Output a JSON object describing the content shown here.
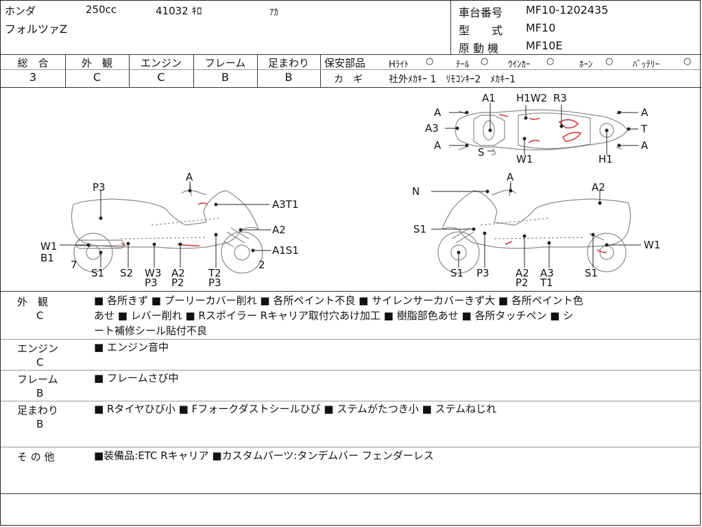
{
  "header": {
    "maker": "ホンダ",
    "displacement": "250cc",
    "mileage": "41032 ｷﾛ",
    "color": "ｱｶ",
    "model_name": "フォルツァZ",
    "frame_no_label": "車台番号",
    "frame_no": "MF10-1202435",
    "type_label": "型　　式",
    "type_value": "MF10",
    "engine_label": "原 動 機",
    "engine_value": "MF10E"
  },
  "grades": {
    "overall": {
      "label": "総　合",
      "value": "3"
    },
    "exterior": {
      "label": "外　観",
      "value": "C"
    },
    "engine": {
      "label": "エンジン",
      "value": "C"
    },
    "frame": {
      "label": "フレーム",
      "value": "B"
    },
    "suspension": {
      "label": "足まわり",
      "value": "B"
    }
  },
  "safety": {
    "label": "保安部品",
    "items": [
      {
        "name": "Hﾗｲﾄ",
        "status": "○"
      },
      {
        "name": "ﾃｰﾙ",
        "status": "○"
      },
      {
        "name": "ｳｲﾝｶｰ",
        "status": "○"
      },
      {
        "name": "ﾎｰﾝ",
        "status": "○"
      },
      {
        "name": "ﾊﾞｯﾃﾘｰ",
        "status": "○"
      }
    ],
    "keys_label": "カ　ギ",
    "keys_value": "社外ﾒｶｷｰ 1　ﾘﾓｺﾝｷｰ2　ﾒｶｷｰ1"
  },
  "diagram": {
    "top_labels": [
      "A",
      "A3",
      "A",
      "A1",
      "S",
      "H1W2",
      "R3",
      "W1",
      "H1",
      "A",
      "T",
      "A"
    ],
    "left_labels": [
      "P3",
      "A",
      "A3T1",
      "A2",
      "W1",
      "B1",
      "A1S1",
      "7",
      "2",
      "S1",
      "S2",
      "W3",
      "P3",
      "A2",
      "P2",
      "T2",
      "P3"
    ],
    "right_labels": [
      "N",
      "A",
      "A2",
      "S1",
      "W1",
      "S1",
      "P3",
      "A2",
      "P2",
      "A3",
      "T1",
      "S1"
    ]
  },
  "notes": [
    {
      "category": "外　観",
      "grade": "C",
      "text": "■ 各所きず ■ プーリーカバー削れ ■ 各所ペイント不良 ■ サイレンサーカバーきず大 ■ 各所ペイント色",
      "text2": "あせ ■ レバー削れ ■ Rスポイラー Rキャリア取付穴あけ加工 ■ 樹脂部色あせ ■ 各所タッチペン ■ シ",
      "text3": "ート補修シール貼付不良"
    },
    {
      "category": "エンジン",
      "grade": "C",
      "text": "■ エンジン音中"
    },
    {
      "category": "フレーム",
      "grade": "B",
      "text": "■ フレームさび中"
    },
    {
      "category": "足まわり",
      "grade": "B",
      "text": "■ Rタイヤひび小 ■ Fフォークダストシールひび ■ ステムがたつき小 ■ ステムねじれ"
    },
    {
      "category": "そ の 他",
      "grade": "",
      "text": "■装備品:ETC Rキャリア ■カスタムパーツ:タンデムバー フェンダーレス"
    }
  ]
}
